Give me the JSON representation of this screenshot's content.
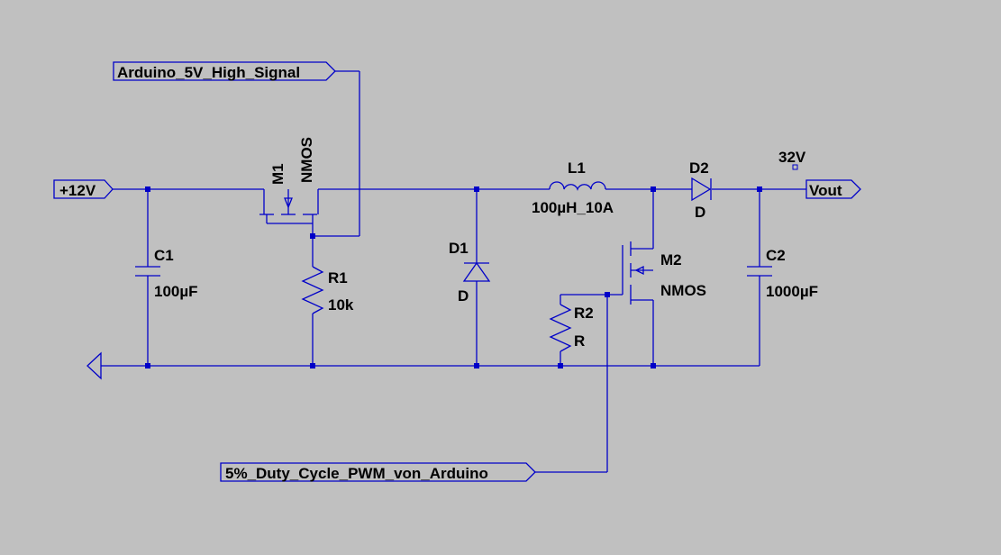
{
  "colors": {
    "background": "#c0c0c0",
    "wire": "#0000c8",
    "text": "#000000"
  },
  "net_labels": {
    "gate_signal": "Arduino_5V_High_Signal",
    "pwm_signal": "5%_Duty_Cycle_PWM_von_Arduino",
    "input": "+12V",
    "output": "Vout",
    "output_voltage": "32V"
  },
  "components": {
    "m1": {
      "name": "M1",
      "type": "NMOS"
    },
    "r1": {
      "name": "R1",
      "value": "10k"
    },
    "c1": {
      "name": "C1",
      "value": "100µF"
    },
    "d1": {
      "name": "D1",
      "value": "D"
    },
    "l1": {
      "name": "L1",
      "value": "100µH_10A"
    },
    "d2": {
      "name": "D2",
      "value": "D"
    },
    "m2": {
      "name": "M2",
      "type": "NMOS"
    },
    "r2": {
      "name": "R2",
      "value": "R"
    },
    "c2": {
      "name": "C2",
      "value": "1000µF"
    }
  }
}
